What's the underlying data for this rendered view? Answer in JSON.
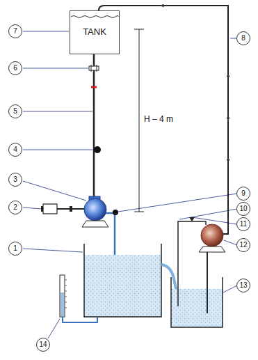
{
  "diagram": {
    "nodes": [
      {
        "text": [
          "TANK"
        ]
      }
    ],
    "labels": [
      "7",
      "6",
      "5",
      "4",
      "3",
      "2",
      "1",
      "14",
      "H – 4 m",
      "8",
      "9",
      "10",
      "11",
      "12",
      "13"
    ]
  }
}
